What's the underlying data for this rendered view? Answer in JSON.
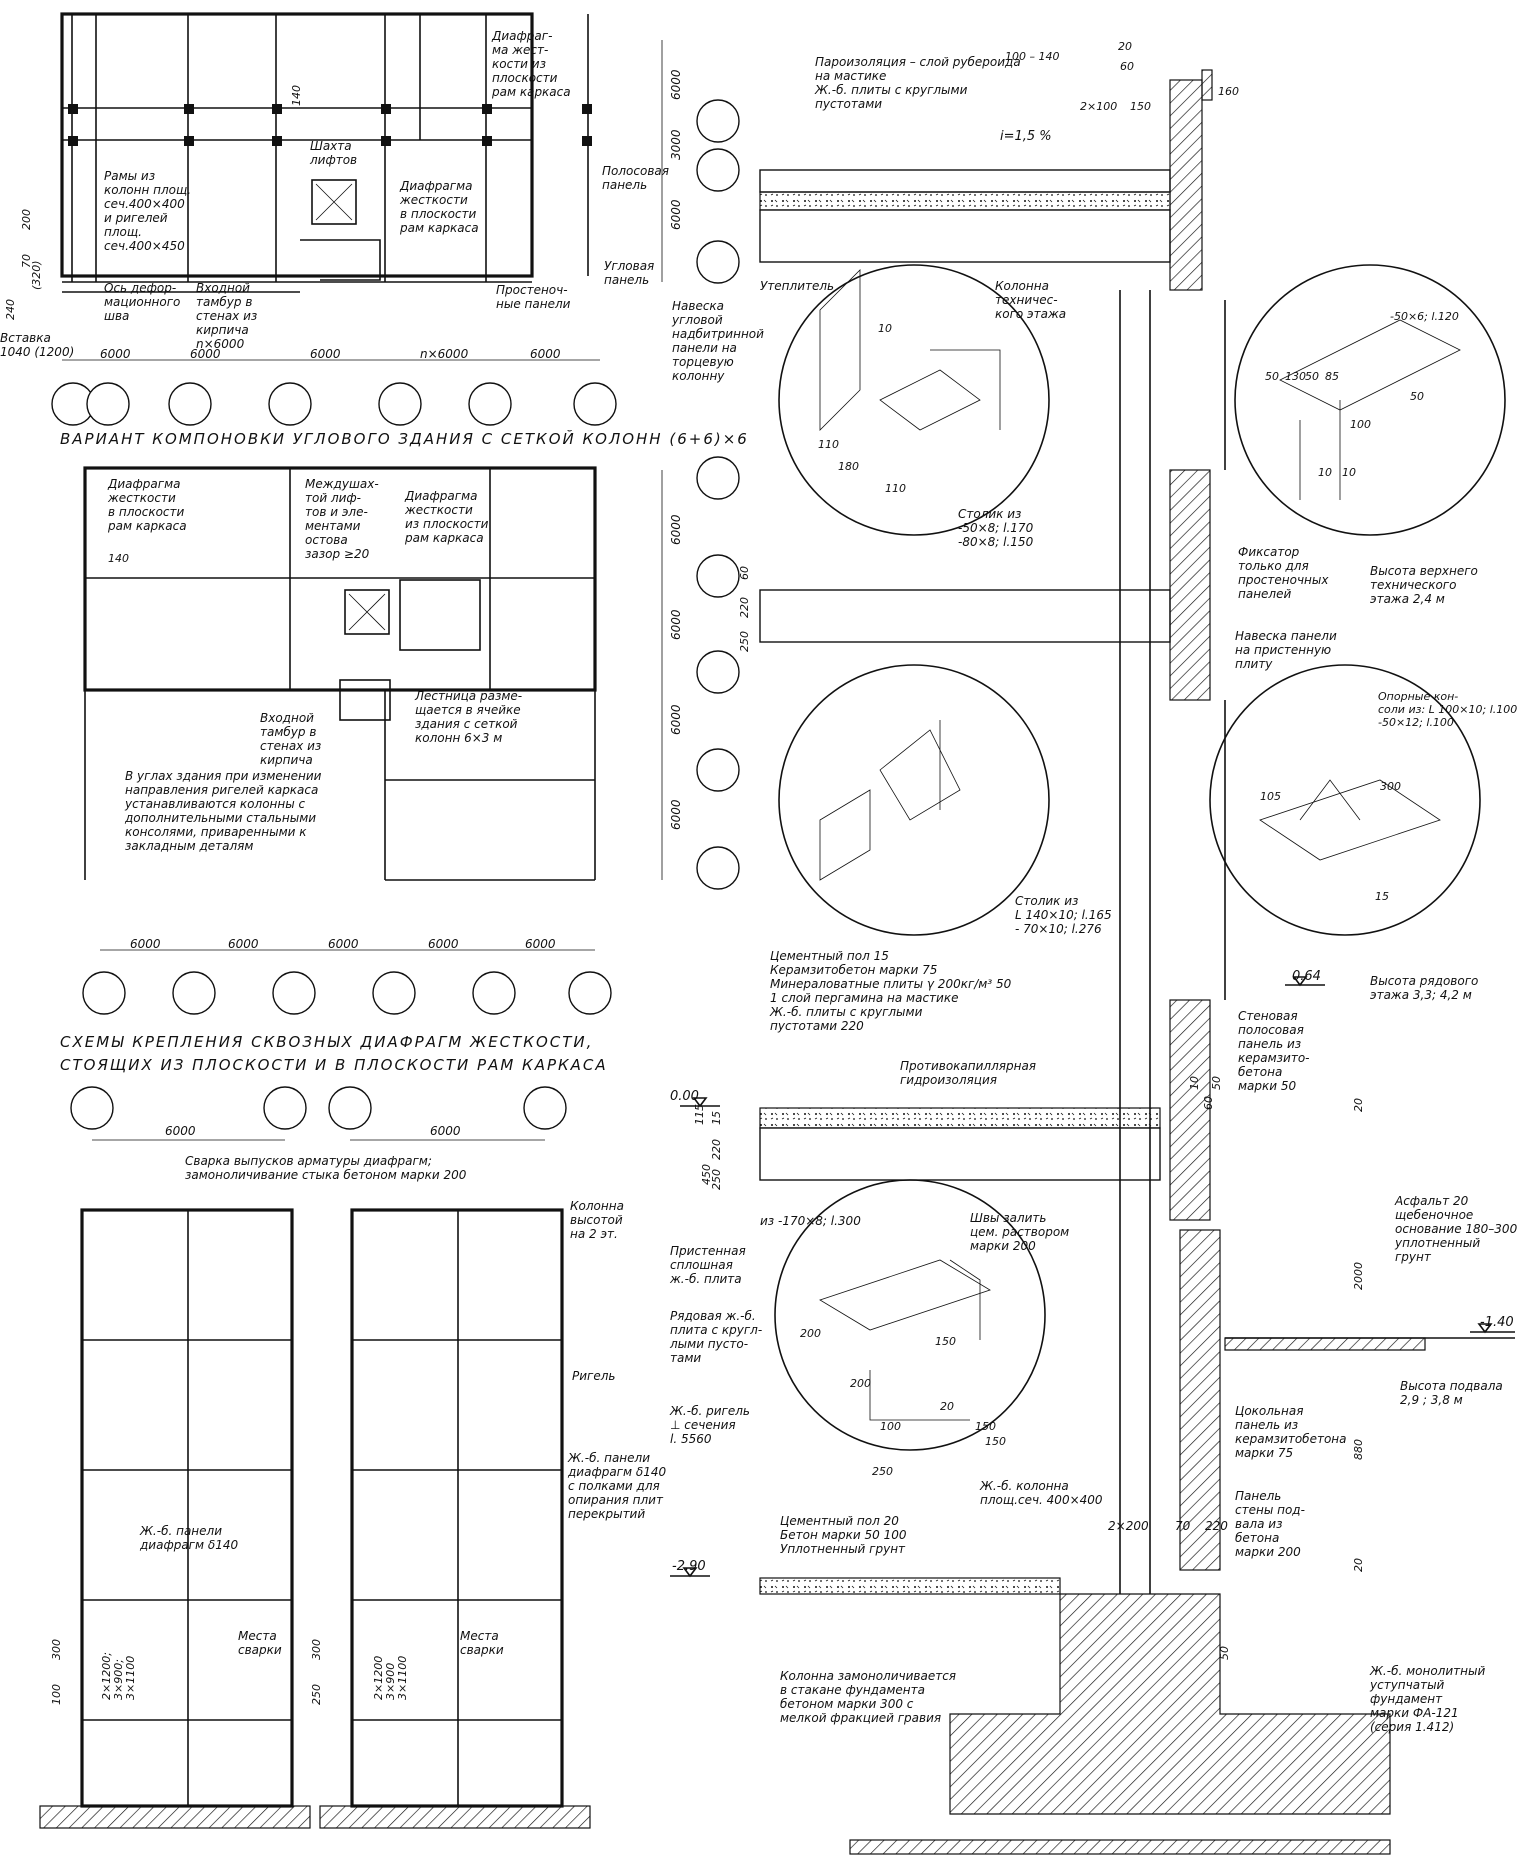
{
  "section_titles": {
    "corner_building": "ВАРИАНТ КОМПОНОВКИ УГЛОВОГО ЗДАНИЯ С СЕТКОЙ КОЛОНН (6+6)×6",
    "diaphragm_line1": "СХЕМЫ КРЕПЛЕНИЯ СКВОЗНЫХ ДИАФРАГМ ЖЕСТКОСТИ,",
    "diaphragm_line2": "СТОЯЩИХ ИЗ ПЛОСКОСТИ И В ПЛОСКОСТИ РАМ КАРКАСА"
  },
  "plan1": {
    "diaphragm_out": [
      "Диафраг-",
      "ма жест-",
      "кости из",
      "плоскости",
      "рам каркаса"
    ],
    "frames": [
      "Рамы из",
      "колонн площ.",
      "сеч.400×400",
      "и ригелей",
      "площ.",
      "сеч.400×450"
    ],
    "shaft": [
      "Шахта",
      "лифтов"
    ],
    "diaphragm_in": [
      "Диафрагма",
      "жесткости",
      "в плоскости",
      "рам каркаса"
    ],
    "strip_panel": [
      "Полосовая",
      "панель"
    ],
    "corner_panel": [
      "Угловая",
      "панель"
    ],
    "axis_label": [
      "Ось дефор-",
      "мационного",
      "шва"
    ],
    "vestibule": [
      "Входной",
      "тамбур в",
      "стенах из",
      "кирпича",
      "n×6000"
    ],
    "pier_panels": [
      "Простеноч-",
      "ные панели"
    ],
    "insert": [
      "Вставка",
      "1040 (1200)"
    ],
    "hanging_note": [
      "Навеска",
      "угловой",
      "надбитринной",
      "панели на",
      "торцевую",
      "колонну"
    ],
    "dims_bottom": [
      "6000",
      "6000",
      "6000",
      "n×6000",
      "6000"
    ],
    "dims_right": [
      "6000",
      "3000",
      "6000"
    ],
    "dims_left": [
      "240",
      "70",
      "200",
      "(320)"
    ],
    "dim_140": "140"
  },
  "plan2": {
    "diaphragm_out": [
      "Диафрагма",
      "жесткости",
      "в плоскости",
      "рам каркаса"
    ],
    "between_shafts": [
      "Междушах-",
      "той лиф-",
      "тов и эле-",
      "ментами",
      "остова",
      "зазор ≥20"
    ],
    "diaphragm_in": [
      "Диафрагма",
      "жесткости",
      "из плоскости",
      "рам каркаса"
    ],
    "dim_140": "140",
    "vestibule": [
      "Входной",
      "тамбур в",
      "стенах из",
      "кирпича"
    ],
    "stair": [
      "Лестница разме-",
      "щается в ячейке",
      "здания с сеткой",
      "колонн 6×3 м"
    ],
    "corner_note": [
      "В углах здания при изменении",
      "направления ригелей каркаса",
      "устанавливаются колонны с",
      "дополнительными стальными",
      "консолями, приваренными к",
      "закладным деталям"
    ],
    "dims_bottom": [
      "6000",
      "6000",
      "6000",
      "6000",
      "6000"
    ],
    "dims_right": [
      "6000",
      "6000",
      "6000",
      "6000"
    ]
  },
  "frames": {
    "dims_top": [
      "6000",
      "6000"
    ],
    "welding_note": [
      "Сварка выпусков арматуры диафрагм;",
      "замоноличивание стыка бетоном марки 200"
    ],
    "column_note": [
      "Колонна",
      "высотой",
      "на 2 эт."
    ],
    "girder": "Ригель",
    "panels_note": [
      "Ж.-б. панели",
      "диафрагм δ140",
      "с полками для",
      "опирания плит",
      "перекрытий"
    ],
    "panels_inner": [
      "Ж.-б. панели",
      "диафрагм δ140"
    ],
    "welding_places": [
      "Места",
      "сварки"
    ],
    "vertical_dims": [
      "2×1200;",
      "3×900;",
      "3×1100"
    ],
    "vertical_dims_b": [
      "2×1200",
      "3×900",
      "3×1100"
    ],
    "dim_300": "300",
    "dim_100": "100",
    "dim_250": "250"
  },
  "section": {
    "roof_note": [
      "Пароизоляция – слой рубероида",
      "на мастике",
      "Ж.-б. плиты с круглыми",
      "пустотами"
    ],
    "roof_dims": [
      "100 – 140",
      "60",
      "20",
      "2×100",
      "150",
      "160"
    ],
    "slope": "i=1,5 %",
    "insulation": "Утеплитель",
    "tech_column": [
      "Колонна",
      "техничес-",
      "кого этажа"
    ],
    "table_a": [
      "Столик из",
      "-50×8; l.170",
      "-80×8; l.150"
    ],
    "detail_a_dims": [
      "110",
      "180",
      "110",
      "10"
    ],
    "fixator": [
      "Фиксатор",
      "только для",
      "простеночных",
      "панелей"
    ],
    "upper_tech": [
      "Высота верхнего",
      "технического",
      "этажа 2,4 м"
    ],
    "detail_b": [
      "-50×6; l.120",
      "50",
      "130",
      "50",
      "85",
      "100",
      "10",
      "10",
      "50"
    ],
    "hanging_wall": [
      "Навеска панели",
      "на пристенную",
      "плиту"
    ],
    "slab_dims": [
      "60",
      "220",
      "250"
    ],
    "supports": [
      "Опорные кон-",
      "соли из: L 100×10; l.100",
      "-50×12; l.100"
    ],
    "support_dims": [
      "105",
      "300",
      "15"
    ],
    "table_b": [
      "Столик из",
      "L 140×10; l.165",
      "- 70×10; l.276"
    ],
    "floor_note": [
      "Цементный пол 15",
      "Керамзитобетон марки 75",
      "Минераловатные плиты γ 200кг/м³ 50",
      "1 слой пергамина на мастике",
      "Ж.-б. плиты с круглыми",
      "пустотами 220"
    ],
    "level_064": "0.64",
    "wall_panel": [
      "Стеновая",
      "полосовая",
      "панель из",
      "керамзито-",
      "бетона",
      "марки 50"
    ],
    "storey_height": [
      "Высота рядового",
      "этажа 3,3; 4,2 м"
    ],
    "anticap": [
      "Противокапиллярная",
      "гидроизоляция"
    ],
    "level_000": "0.00",
    "left_dims": [
      "115",
      "15",
      "220",
      "450",
      "250"
    ],
    "steel_dim": "из -170×8; l.300",
    "seams": [
      "Швы залить",
      "цем. раствором",
      "марки 200"
    ],
    "wall_slab": [
      "Пристенная",
      "сплошная",
      "ж.-б. плита"
    ],
    "row_slab": [
      "Рядовая ж.-б.",
      "плита с кругл-",
      "лыми пусто-",
      "тами"
    ],
    "girder_t": [
      "Ж.-б. ригель",
      "⊥ сечения",
      "l. 5560"
    ],
    "detail_c_dims": [
      "200",
      "150",
      "200",
      "100",
      "250",
      "20",
      "150",
      "150"
    ],
    "column_note": [
      "Ж.-б. колонна",
      "площ.сеч. 400×400"
    ],
    "basement_floor": [
      "Цементный пол 20",
      "Бетон марки 50 100",
      "Уплотненный грунт"
    ],
    "asphalt": [
      "Асфальт 20",
      "щебеночное",
      "основание 180–300",
      "уплотненный",
      "грунт"
    ],
    "dims_right": [
      "20",
      "2000",
      "880",
      "20",
      "60",
      "10",
      "50"
    ],
    "level_m140": "-1.40",
    "basement_height": [
      "Высота подвала",
      "2,9 ; 3,8 м"
    ],
    "plinth_panel": [
      "Цокольная",
      "панель из",
      "керамзитобетона",
      "марки 75"
    ],
    "bottom_dims": [
      "2×200",
      "70",
      "220"
    ],
    "basement_wall": [
      "Панель",
      "стены под-",
      "вала из",
      "бетона",
      "марки 200"
    ],
    "level_m290": "-2.90",
    "column_found": [
      "Колонна замоноличивается",
      "в стакане фундамента",
      "бетоном марки 300 с",
      "мелкой фракцией гравия"
    ],
    "dim_50": "50",
    "foundation": [
      "Ж.-б. монолитный",
      "уступчатый",
      "фундамент",
      "марки ФА-121",
      "(серия 1.412)"
    ]
  }
}
